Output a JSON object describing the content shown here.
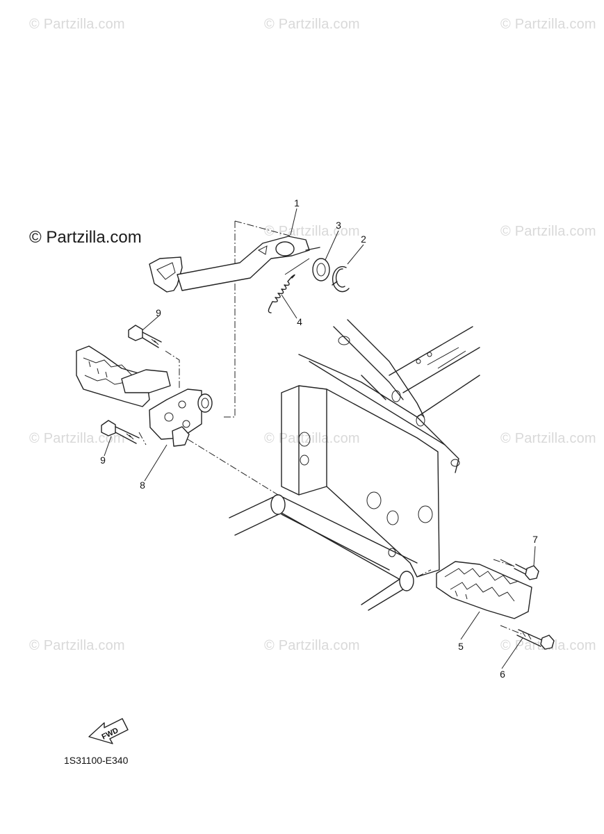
{
  "watermarks": {
    "text": "© Partzilla.com",
    "highlighted": "© Partzilla.com"
  },
  "callouts": {
    "c1": "1",
    "c2": "2",
    "c3": "3",
    "c4": "4",
    "c5": "5",
    "c6": "6",
    "c7": "7",
    "c8": "8",
    "c9a": "9",
    "c9b": "9"
  },
  "fwd_label": "FWD",
  "diagram_code": "1S31100-E340"
}
